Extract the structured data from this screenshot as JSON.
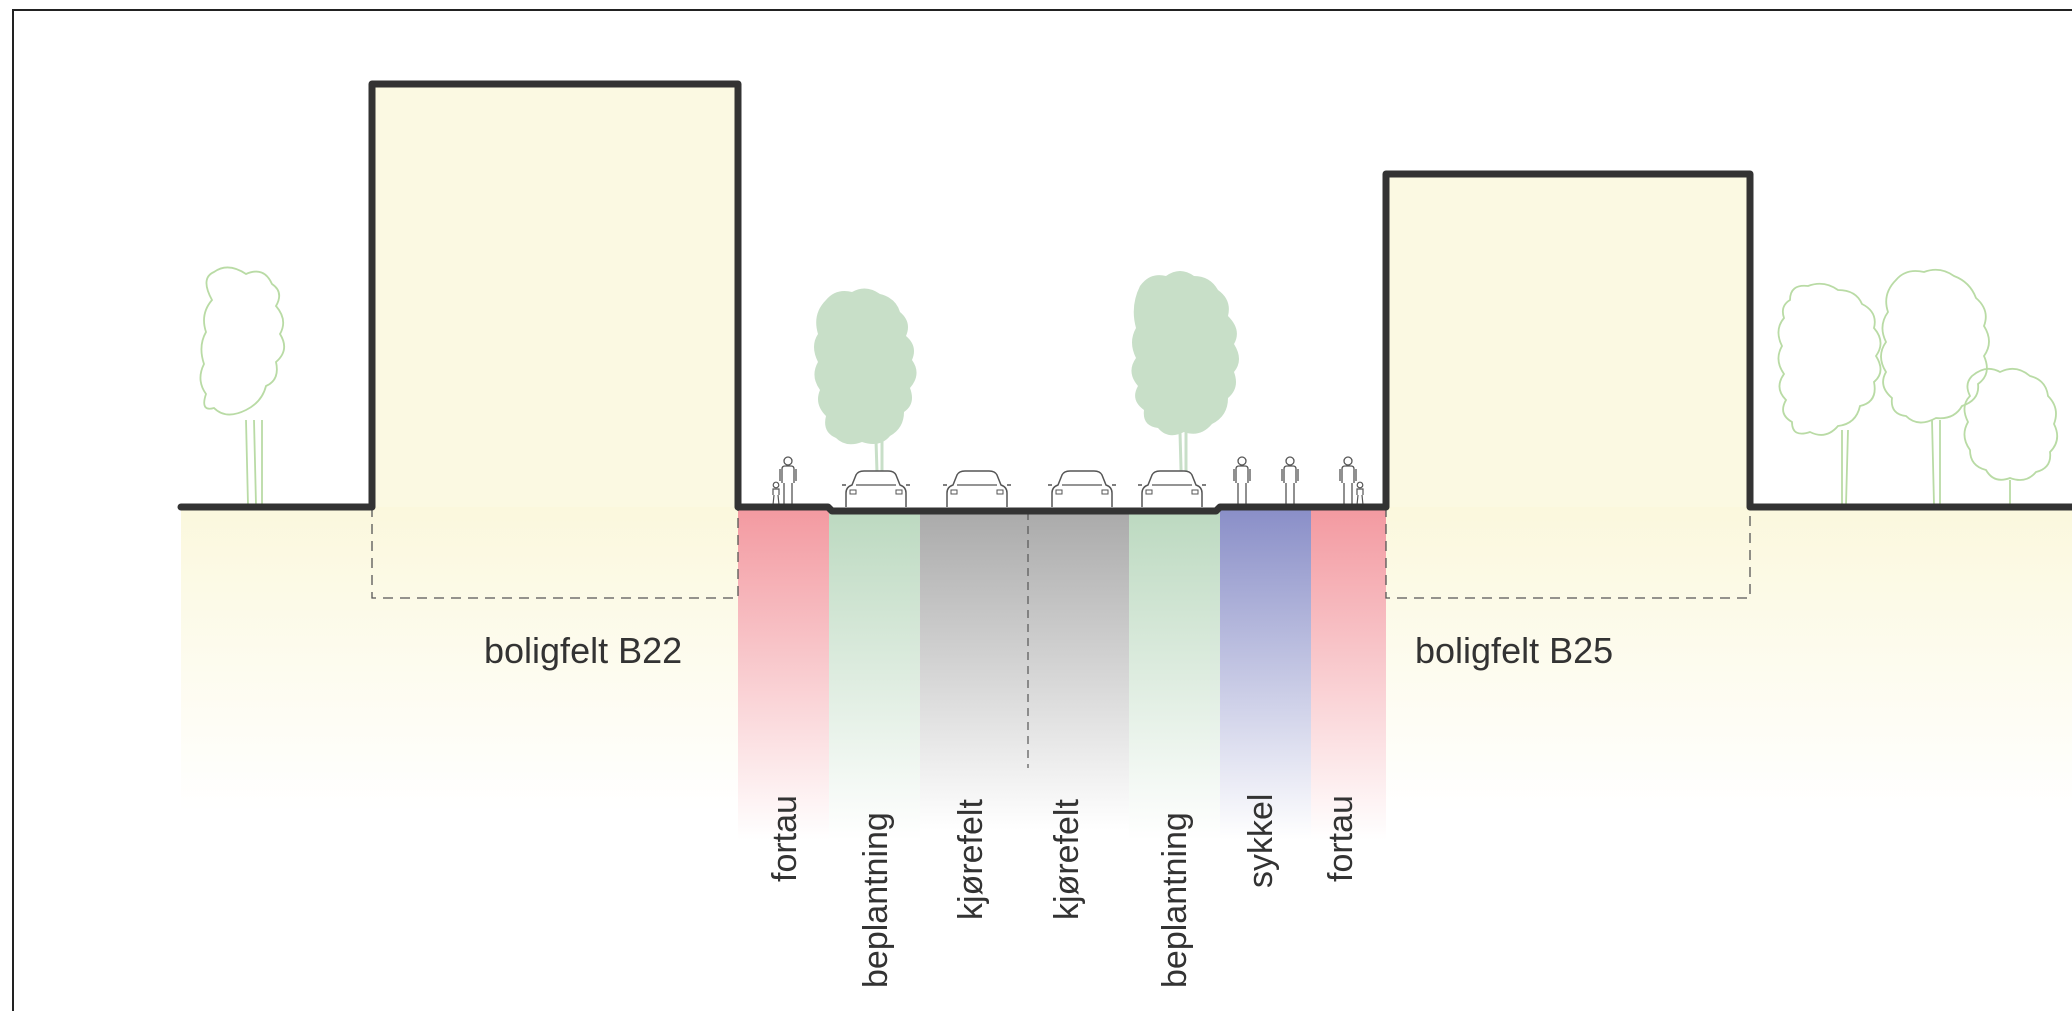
{
  "diagram": {
    "type": "street-cross-section",
    "plots": [
      {
        "id": "left",
        "label": "boligfelt B22"
      },
      {
        "id": "right",
        "label": "boligfelt B25"
      }
    ],
    "lanes": [
      {
        "id": "fortau-left",
        "label": "fortau",
        "color": "#f39aa1"
      },
      {
        "id": "beplantning-left",
        "label": "beplantning",
        "color": "#bcd9c0"
      },
      {
        "id": "kjorefelt-left",
        "label": "kjørefelt",
        "color": "#aaaaaa"
      },
      {
        "id": "kjorefelt-right",
        "label": "kjørefelt",
        "color": "#aaaaaa"
      },
      {
        "id": "beplantning-right",
        "label": "beplantning",
        "color": "#bcd9c0"
      },
      {
        "id": "sykkel",
        "label": "sykkel",
        "color": "#8a8fc8"
      },
      {
        "id": "fortau-right",
        "label": "fortau",
        "color": "#f39aa1"
      }
    ],
    "colors": {
      "building_fill": "#fbf9e2",
      "ground_fill": "#fbf8dd",
      "outline": "#333333",
      "tree_outline": "#b9dba5",
      "street_tree": "#c8dfc8",
      "figure_outline": "#555555"
    }
  }
}
